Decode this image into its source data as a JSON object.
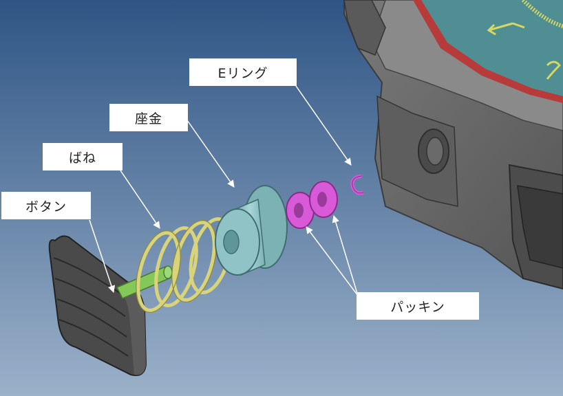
{
  "callouts": {
    "button": "ボタン",
    "spring": "ばね",
    "washer": "座金",
    "e_ring": "Eリング",
    "packing": "パッキン"
  },
  "colors": {
    "background_top": "#2f5585",
    "background_bottom": "#9bb1c9",
    "case_body": "#6f6f6f",
    "button_body": "#4a4a4a",
    "shaft": "#84c85a",
    "spring": "#d9d47a",
    "washer": "#8fc3c5",
    "packing": "#d85ad8",
    "dial": "#4f8f93",
    "dial_ring": "#d04040",
    "dial_marks": "#d8d860"
  },
  "icons": [
    "arrow-icon"
  ]
}
